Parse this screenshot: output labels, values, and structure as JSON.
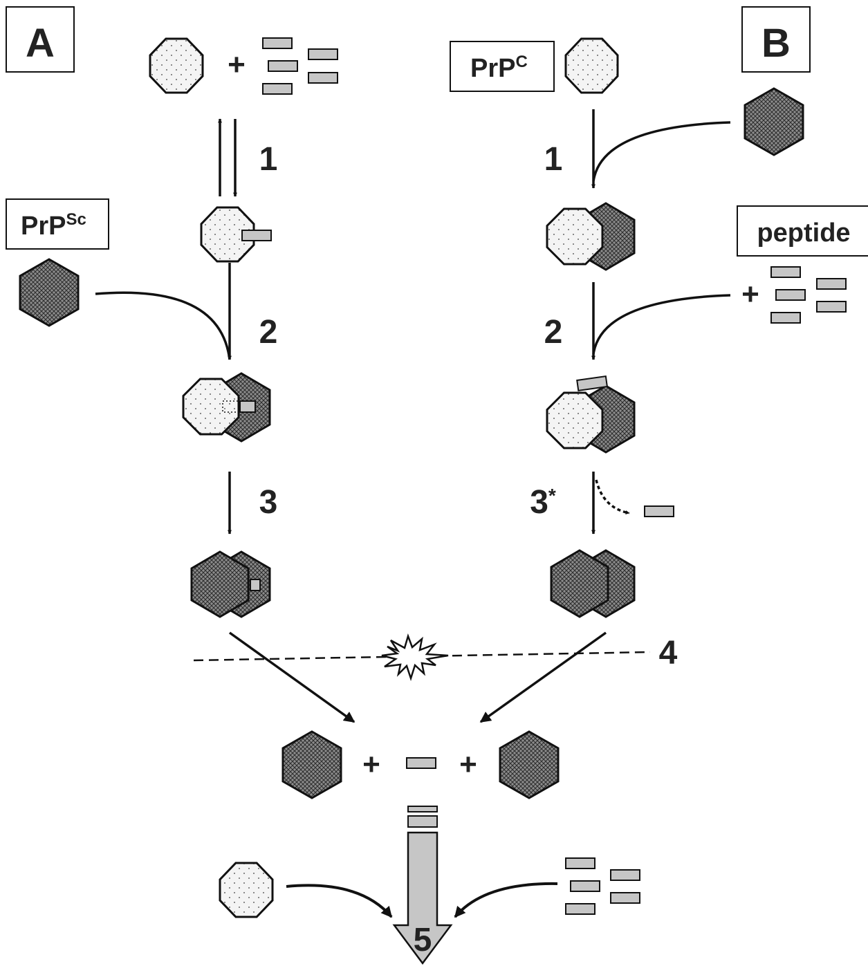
{
  "colors": {
    "stroke": "#111111",
    "prpc_fill": "#f4f4f4",
    "prpsc_fill": "#7a7a7a",
    "peptide_fill": "#c6c6c6",
    "text": "#222222"
  },
  "panels": {
    "a_label": "A",
    "b_label": "B"
  },
  "labels": {
    "prpc_main": "PrP",
    "prpc_sup": "C",
    "prpsc_main": "PrP",
    "prpsc_sup": "Sc",
    "peptide": "peptide"
  },
  "steps": {
    "a1": "1",
    "a2": "2",
    "a3": "3",
    "b1": "1",
    "b2": "2",
    "b3": "3",
    "b3_sup": "*",
    "s4": "4",
    "s5": "5"
  },
  "plus_sign": "+"
}
